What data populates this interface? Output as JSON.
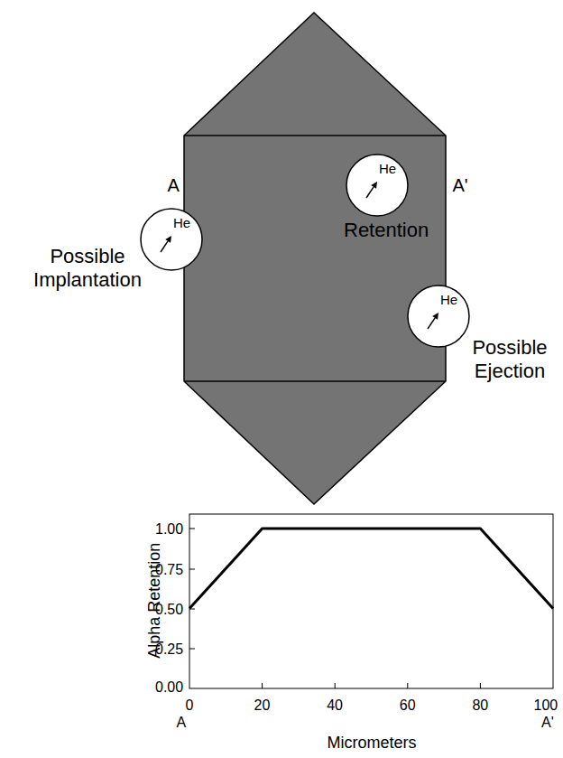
{
  "diagram": {
    "nodes": [
      {
        "text": [
          "He"
        ]
      },
      {
        "text": [
          "He"
        ]
      },
      {
        "text": [
          "He"
        ]
      }
    ],
    "labels": [
      "A",
      "A'",
      "Possible Implantation",
      "Retention",
      "Possible Ejection",
      "1.00",
      "0.75",
      "0.50",
      "0.25",
      "0.00",
      "0",
      "20",
      "40",
      "60",
      "80",
      "100",
      "A",
      "A'",
      "Alpha Retention",
      "Micrometers"
    ]
  }
}
